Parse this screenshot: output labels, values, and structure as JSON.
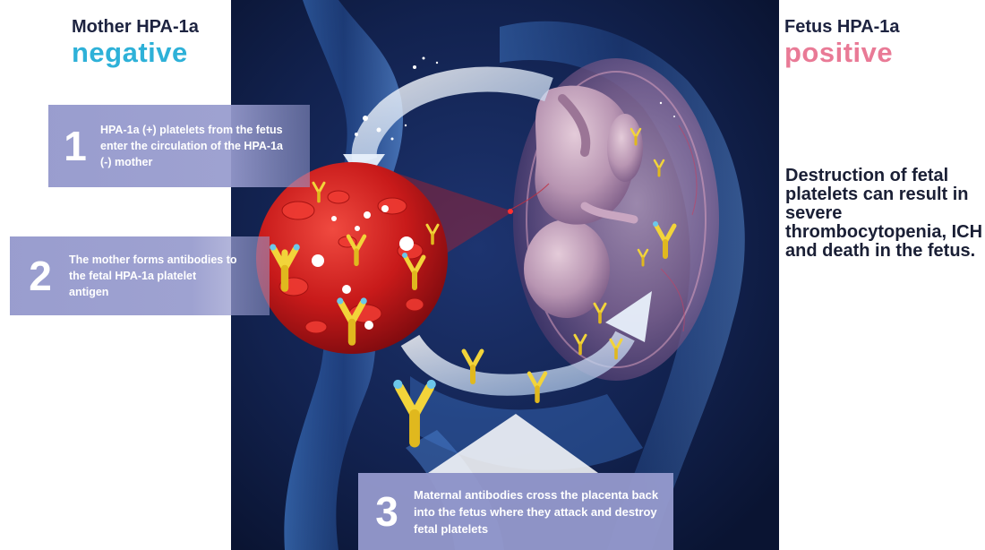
{
  "mother": {
    "title": "Mother HPA-1a",
    "status": "negative"
  },
  "fetus": {
    "title": "Fetus HPA-1a",
    "status": "positive"
  },
  "steps": [
    {
      "number": "1",
      "text": "HPA-1a (+) platelets from the fetus enter the circulation of the HPA-1a (-) mother"
    },
    {
      "number": "2",
      "text": "The mother forms antibodies to the fetal HPA-1a platelet antigen"
    },
    {
      "number": "3",
      "text": "Maternal antibodies cross the placenta back into the fetus where they attack and destroy fetal platelets"
    }
  ],
  "outcome": {
    "text": "Destruction of fetal platelets can result in severe thrombocytopenia, ICH and death in the fetus."
  },
  "colors": {
    "negative": "#2eb1d8",
    "positive": "#e97a96",
    "box": "#969acd",
    "background": "#101c44"
  },
  "icons": [
    "circular-arrow",
    "antibody-icon",
    "platelet-icon",
    "blood-cell-icon",
    "fetus-illustration"
  ]
}
